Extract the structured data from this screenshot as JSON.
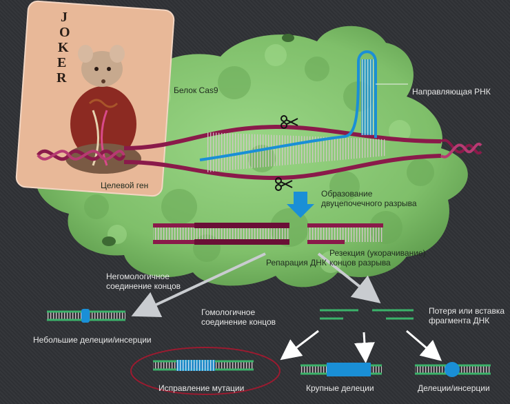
{
  "card": {
    "letters": [
      "J",
      "O",
      "K",
      "E",
      "R"
    ]
  },
  "labels": {
    "cas9": "Белок Cas9",
    "guide_rna": "Направляющая РНК",
    "target_gene": "Целевой ген",
    "dsb": "Образование\nдвуцепочечного разрыва",
    "resection": "Резекция (укорачивание)\nконцов разрыва",
    "repair": "Репарация ДНК",
    "nhej": "Негомологичное\nсоединение концов",
    "hdr": "Гомологичное\nсоединение концов",
    "loss_insert": "Потеря или вставка\nфрагмента ДНК",
    "small_indels": "Небольшие делеции/инсерции",
    "correction": "Исправление мутации",
    "large_deletions": "Крупные делеции",
    "indels": "Делеции/инсерции"
  },
  "colors": {
    "protein": "#7fbf6a",
    "dna_strand": "#8a1a4a",
    "rna": "#1a8fd6",
    "repair_bar": "#3bb36a",
    "highlight": "#1a8fd6",
    "arrow": "#c9ccd0",
    "ellipse": "#9b1b30"
  }
}
